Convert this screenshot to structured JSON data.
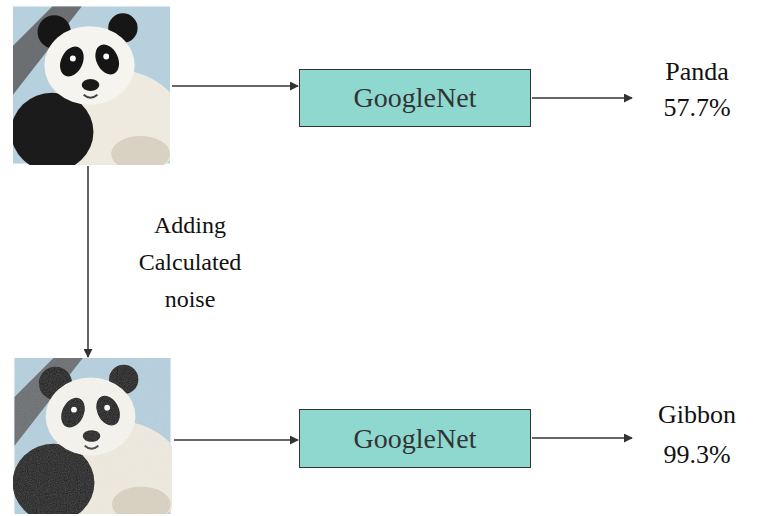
{
  "diagram": {
    "nodes": [
      {
        "text": [
          "GoogleNet"
        ]
      },
      {
        "text": [
          "GoogleNet"
        ]
      }
    ],
    "labels": [
      "Panda 57.7%",
      "Gibbon 99.3%",
      "Adding Calculated noise"
    ]
  }
}
